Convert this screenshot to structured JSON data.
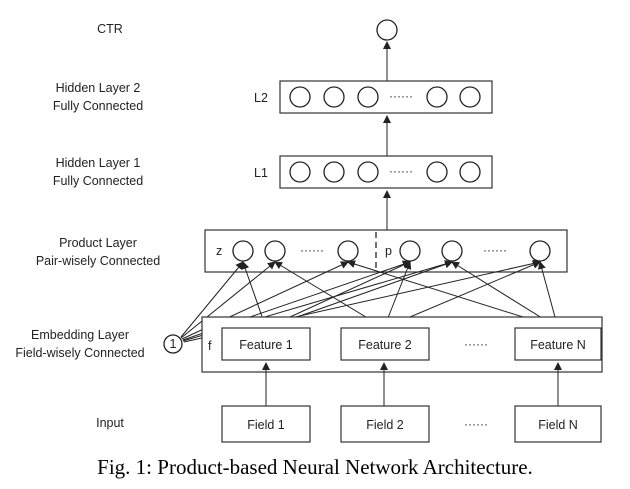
{
  "layers": {
    "output": {
      "label": "CTR"
    },
    "hidden2": {
      "label_line1": "Hidden Layer 2",
      "label_line2": "Fully Connected",
      "tag": "L2"
    },
    "hidden1": {
      "label_line1": "Hidden Layer 1",
      "label_line2": "Fully Connected",
      "tag": "L1"
    },
    "product": {
      "label_line1": "Product Layer",
      "label_line2": "Pair-wisely Connected",
      "z_tag": "z",
      "p_tag": "p"
    },
    "embedding": {
      "label_line1": "Embedding Layer",
      "label_line2": "Field-wisely Connected",
      "f_tag": "f",
      "one_node": "1"
    },
    "input": {
      "label": "Input"
    }
  },
  "ellipsis": "······",
  "features": [
    "Feature 1",
    "Feature 2",
    "Feature N"
  ],
  "fields": [
    "Field 1",
    "Field 2",
    "Field N"
  ],
  "caption": "Fig. 1: Product-based Neural Network Architecture."
}
